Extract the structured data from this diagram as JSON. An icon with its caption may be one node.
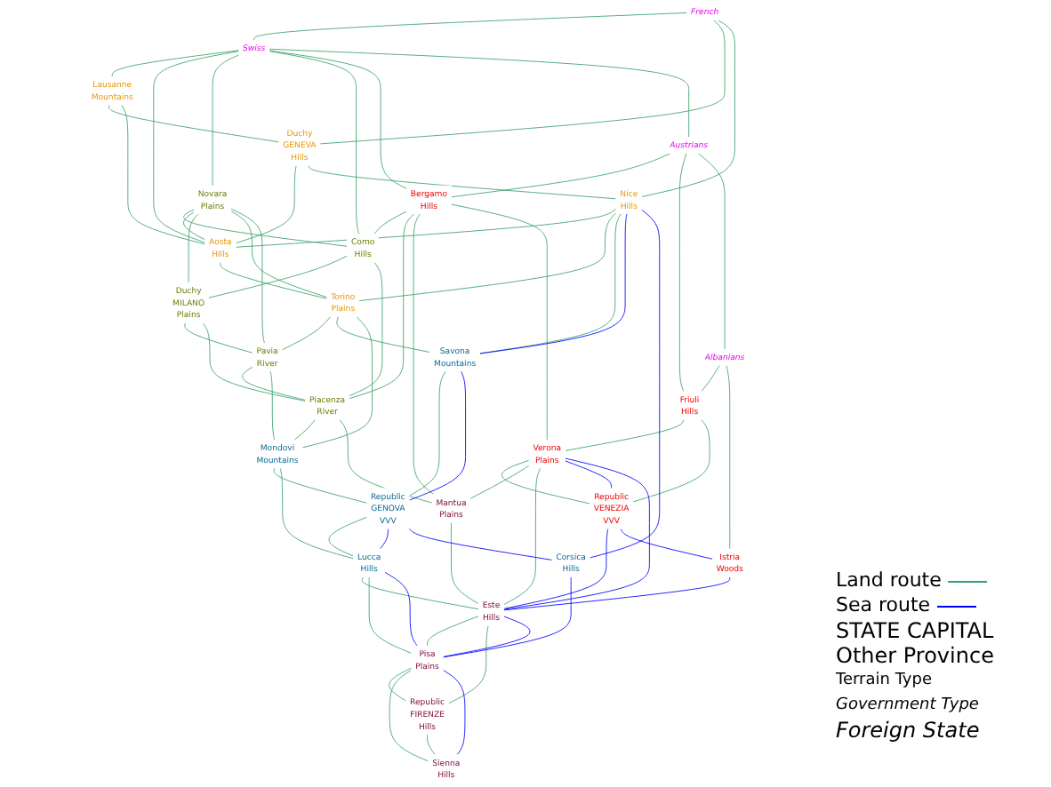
{
  "diagram": {
    "nodes": [
      {
        "text": [
          "French"
        ]
      },
      {
        "text": [
          "Swiss"
        ]
      },
      {
        "text": [
          "Austrians"
        ]
      },
      {
        "text": [
          "Albanians"
        ]
      },
      {
        "text": [
          "Lausanne",
          "Mountains"
        ]
      },
      {
        "text": [
          "Duchy",
          "GENEVA",
          "Hills"
        ]
      },
      {
        "text": [
          "Novara",
          "Plains"
        ]
      },
      {
        "text": [
          "Como",
          "Hills"
        ]
      },
      {
        "text": [
          "Bergamo",
          "Hills"
        ]
      },
      {
        "text": [
          "Friuli",
          "Hills"
        ]
      },
      {
        "text": [
          "Aosta",
          "Hills"
        ]
      },
      {
        "text": [
          "Duchy",
          "MILANO",
          "Plains"
        ]
      },
      {
        "text": [
          "Nice",
          "Hills"
        ]
      },
      {
        "text": [
          "Verona",
          "Plains"
        ]
      },
      {
        "text": [
          "Republic",
          "VENEZIA",
          "VVV"
        ]
      },
      {
        "text": [
          "Torino",
          "Plains"
        ]
      },
      {
        "text": [
          "Pavia",
          "River"
        ]
      },
      {
        "text": [
          "Piacenza",
          "River"
        ]
      },
      {
        "text": [
          "Istria",
          "Woods"
        ]
      },
      {
        "text": [
          "Savona",
          "Mountains"
        ]
      },
      {
        "text": [
          "Mondovi",
          "Mountains"
        ]
      },
      {
        "text": [
          "Mantua",
          "Plains"
        ]
      },
      {
        "text": [
          "Este",
          "Hills"
        ]
      },
      {
        "text": [
          "Republic",
          "GENOVA",
          "VVV"
        ]
      },
      {
        "text": [
          "Lucca",
          "Hills"
        ]
      },
      {
        "text": [
          "Pisa",
          "Plains"
        ]
      },
      {
        "text": [
          "Republic",
          "FIRENZE",
          "Hills"
        ]
      },
      {
        "text": [
          "Corsica",
          "Hills"
        ]
      },
      {
        "text": [
          "Sienna",
          "Hills"
        ]
      }
    ],
    "edges": [
      {
        "from": 0,
        "to": 1,
        "arrow": "none"
      },
      {
        "from": 0,
        "to": 5,
        "arrow": "none"
      },
      {
        "from": 0,
        "to": 12,
        "arrow": "none"
      },
      {
        "from": 1,
        "to": 4,
        "arrow": "none"
      },
      {
        "from": 1,
        "to": 10,
        "arrow": "none"
      },
      {
        "from": 1,
        "to": 6,
        "arrow": "none"
      },
      {
        "from": 1,
        "to": 7,
        "arrow": "none"
      },
      {
        "from": 1,
        "to": 8,
        "arrow": "none"
      },
      {
        "from": 1,
        "to": 2,
        "arrow": "none"
      },
      {
        "from": 2,
        "to": 8,
        "arrow": "none"
      },
      {
        "from": 2,
        "to": 9,
        "arrow": "none"
      },
      {
        "from": 2,
        "to": 3,
        "arrow": "none"
      },
      {
        "from": 3,
        "to": 9,
        "arrow": "none"
      },
      {
        "from": 3,
        "to": 18,
        "arrow": "none"
      },
      {
        "from": 4,
        "to": 5,
        "arrow": "none"
      },
      {
        "from": 4,
        "to": 10,
        "arrow": "none"
      },
      {
        "from": 5,
        "to": 10,
        "arrow": "none"
      },
      {
        "from": 5,
        "to": 12,
        "arrow": "none"
      },
      {
        "from": 6,
        "to": 7,
        "arrow": "none"
      },
      {
        "from": 6,
        "to": 10,
        "arrow": "none"
      },
      {
        "from": 6,
        "to": 11,
        "arrow": "none"
      },
      {
        "from": 6,
        "to": 15,
        "arrow": "none"
      },
      {
        "from": 6,
        "to": 16,
        "arrow": "none"
      },
      {
        "from": 7,
        "to": 11,
        "arrow": "none"
      },
      {
        "from": 7,
        "to": 17,
        "arrow": "none"
      },
      {
        "from": 8,
        "to": 7,
        "arrow": "none"
      },
      {
        "from": 8,
        "to": 17,
        "arrow": "none"
      },
      {
        "from": 8,
        "to": 21,
        "arrow": "none"
      },
      {
        "from": 8,
        "to": 13,
        "arrow": "none"
      },
      {
        "from": 9,
        "to": 13,
        "arrow": "none"
      },
      {
        "from": 9,
        "to": 14,
        "arrow": "none"
      },
      {
        "from": 10,
        "to": 12,
        "arrow": "none"
      },
      {
        "from": 10,
        "to": 15,
        "arrow": "none"
      },
      {
        "from": 11,
        "to": 16,
        "arrow": "none"
      },
      {
        "from": 11,
        "to": 17,
        "arrow": "none"
      },
      {
        "from": 12,
        "to": 15,
        "arrow": "none"
      },
      {
        "from": 12,
        "to": 19,
        "arrow": "none"
      },
      {
        "from": 13,
        "to": 14,
        "arrow": "none"
      },
      {
        "from": 13,
        "to": 21,
        "arrow": "none"
      },
      {
        "from": 13,
        "to": 22,
        "arrow": "none"
      },
      {
        "from": 15,
        "to": 16,
        "arrow": "none"
      },
      {
        "from": 15,
        "to": 19,
        "arrow": "none"
      },
      {
        "from": 15,
        "to": 20,
        "arrow": "none"
      },
      {
        "from": 16,
        "to": 17,
        "arrow": "none"
      },
      {
        "from": 16,
        "to": 20,
        "arrow": "none"
      },
      {
        "from": 17,
        "to": 20,
        "arrow": "none"
      },
      {
        "from": 17,
        "to": 21,
        "arrow": "none"
      },
      {
        "from": 21,
        "to": 22,
        "arrow": "none"
      },
      {
        "from": 19,
        "to": 23,
        "arrow": "none"
      },
      {
        "from": 20,
        "to": 23,
        "arrow": "none"
      },
      {
        "from": 20,
        "to": 24,
        "arrow": "none"
      },
      {
        "from": 23,
        "to": 24,
        "arrow": "none"
      },
      {
        "from": 24,
        "to": 22,
        "arrow": "none"
      },
      {
        "from": 24,
        "to": 25,
        "arrow": "none"
      },
      {
        "from": 22,
        "to": 25,
        "arrow": "none"
      },
      {
        "from": 22,
        "to": 26,
        "arrow": "none"
      },
      {
        "from": 25,
        "to": 26,
        "arrow": "none"
      },
      {
        "from": 25,
        "to": 28,
        "arrow": "none"
      },
      {
        "from": 26,
        "to": 28,
        "arrow": "none"
      },
      {
        "from": 12,
        "to": 19,
        "arrow": "none",
        "color": "#0000ff"
      },
      {
        "from": 12,
        "to": 27,
        "arrow": "none",
        "color": "#0000ff"
      },
      {
        "from": 13,
        "to": 14,
        "arrow": "none",
        "color": "#0000ff"
      },
      {
        "from": 13,
        "to": 22,
        "arrow": "none",
        "color": "#0000ff"
      },
      {
        "from": 14,
        "to": 22,
        "arrow": "none",
        "color": "#0000ff"
      },
      {
        "from": 14,
        "to": 18,
        "arrow": "none",
        "color": "#0000ff"
      },
      {
        "from": 18,
        "to": 22,
        "arrow": "none",
        "color": "#0000ff"
      },
      {
        "from": 19,
        "to": 23,
        "arrow": "none",
        "color": "#0000ff"
      },
      {
        "from": 23,
        "to": 24,
        "arrow": "none",
        "color": "#0000ff"
      },
      {
        "from": 23,
        "to": 27,
        "arrow": "none",
        "color": "#0000ff"
      },
      {
        "from": 24,
        "to": 25,
        "arrow": "none",
        "color": "#0000ff"
      },
      {
        "from": 27,
        "to": 25,
        "arrow": "none",
        "color": "#0000ff"
      },
      {
        "from": 25,
        "to": 28,
        "arrow": "none",
        "color": "#0000ff"
      },
      {
        "from": 25,
        "to": 22,
        "arrow": "none",
        "color": "#0000ff"
      }
    ],
    "legend": [
      {
        "text": "Land route"
      },
      {
        "text": "Sea route"
      },
      {
        "text": "STATE CAPITAL"
      },
      {
        "text": "Other Province"
      },
      {
        "text": "Terrain Type"
      },
      {
        "text": "Government Type"
      },
      {
        "text": "Foreign State"
      }
    ]
  }
}
